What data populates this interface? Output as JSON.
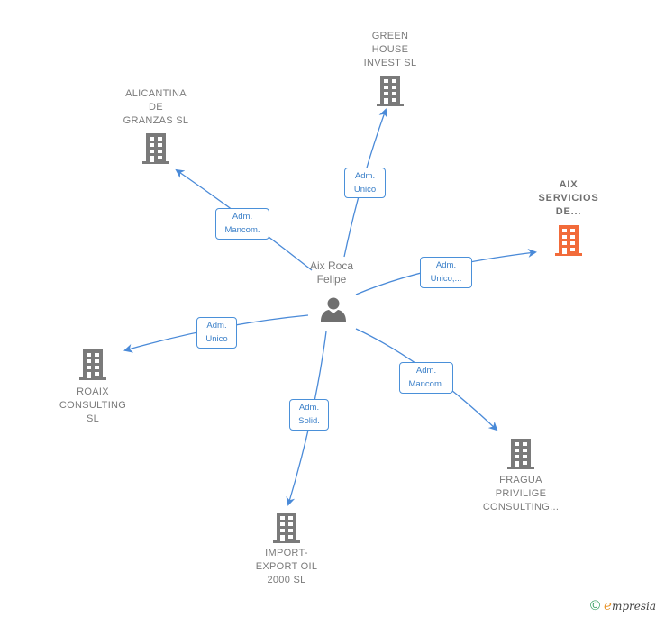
{
  "diagram": {
    "center": {
      "name_line1": "Aix Roca",
      "name_line2": "Felipe",
      "icon": "person-icon"
    },
    "companies": [
      {
        "id": "green-house",
        "lines": [
          "GREEN",
          "HOUSE",
          "INVEST SL"
        ],
        "icon": "building-icon",
        "color": "#7a7a7a",
        "role_line1": "Adm.",
        "role_line2": "Unico"
      },
      {
        "id": "alicantina",
        "lines": [
          "ALICANTINA",
          "DE",
          "GRANZAS  SL"
        ],
        "icon": "building-icon",
        "color": "#7a7a7a",
        "role_line1": "Adm.",
        "role_line2": "Mancom."
      },
      {
        "id": "aix-servicios",
        "lines": [
          "AIX",
          "SERVICIOS",
          "DE..."
        ],
        "icon": "building-icon",
        "color": "#f26b3a",
        "role_line1": "Adm.",
        "role_line2": "Unico,..."
      },
      {
        "id": "roaix",
        "lines": [
          "ROAIX",
          "CONSULTING",
          "SL"
        ],
        "icon": "building-icon",
        "color": "#7a7a7a",
        "role_line1": "Adm.",
        "role_line2": "Unico"
      },
      {
        "id": "fragua",
        "lines": [
          "FRAGUA",
          "PRIVILIGE",
          "CONSULTING..."
        ],
        "icon": "building-icon",
        "color": "#7a7a7a",
        "role_line1": "Adm.",
        "role_line2": "Mancom."
      },
      {
        "id": "import-export",
        "lines": [
          "IMPORT-",
          "EXPORT OIL",
          "2000  SL"
        ],
        "icon": "building-icon",
        "color": "#7a7a7a",
        "role_line1": "Adm.",
        "role_line2": "Solid."
      }
    ],
    "edge_color": "#4a8ad8"
  },
  "footer": {
    "copyright_symbol": "©",
    "brand_initial": "e",
    "brand_rest": "mpresia"
  }
}
